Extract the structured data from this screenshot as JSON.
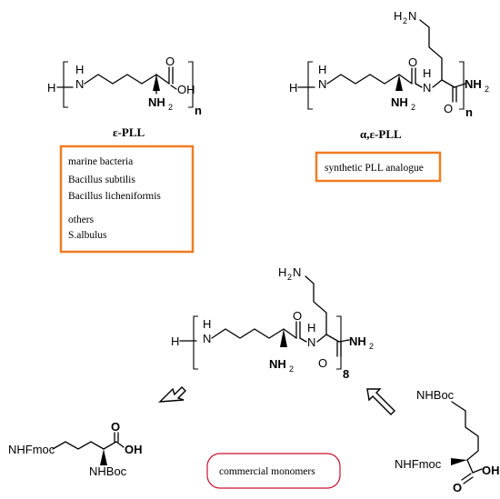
{
  "structures": {
    "epsilon_pll": {
      "label": "ε-PLL",
      "atoms": {
        "h": "H",
        "n": "N",
        "h_on_n": "H",
        "o": "O",
        "oh": "OH",
        "nh2": "NH",
        "nh2_sub": "2",
        "rep": "n"
      }
    },
    "alpha_epsilon_pll": {
      "label": "α,ε-PLL",
      "atoms": {
        "h": "H",
        "n1": "N",
        "h_on_n1": "H",
        "o": "O",
        "nh2_a": "NH",
        "nh2_a_sub": "2",
        "n2": "N",
        "h_on_n2": "H",
        "o2": "O",
        "nh2_side": "H",
        "nh2_side_n": "N",
        "nh2_side_sub": "2",
        "nh2_end": "NH",
        "nh2_end_sub": "2",
        "rep": "n"
      }
    },
    "target": {
      "atoms": {
        "h": "H",
        "n1": "N",
        "h_on_n1": "H",
        "o": "O",
        "nh2_a": "NH",
        "nh2_a_sub": "2",
        "n2": "N",
        "h_on_n2": "H",
        "o2": "O",
        "nh2_side": "H",
        "nh2_side_n": "N",
        "nh2_side_sub": "2",
        "nh2_end": "NH",
        "nh2_end_sub": "2",
        "rep": "8"
      }
    },
    "monomer_left": {
      "atoms": {
        "fmoc": "NHFmoc",
        "o": "O",
        "oh": "OH",
        "boc": "NHBoc"
      }
    },
    "monomer_right": {
      "atoms": {
        "boc": "NHBoc",
        "fmoc": "NHFmoc",
        "o": "O",
        "oh": "OH"
      }
    }
  },
  "boxes": {
    "natural_sources": {
      "lines": [
        "marine bacteria",
        "Bacillus subtilis",
        "Bacillus licheniformis",
        "others",
        "S.albulus"
      ],
      "border_color": "#f07c20"
    },
    "synthetic": {
      "text": "synthetic PLL analogue",
      "border_color": "#f07c20"
    },
    "commercial": {
      "text": "commercial monomers",
      "border_color": "#c8102e"
    }
  }
}
